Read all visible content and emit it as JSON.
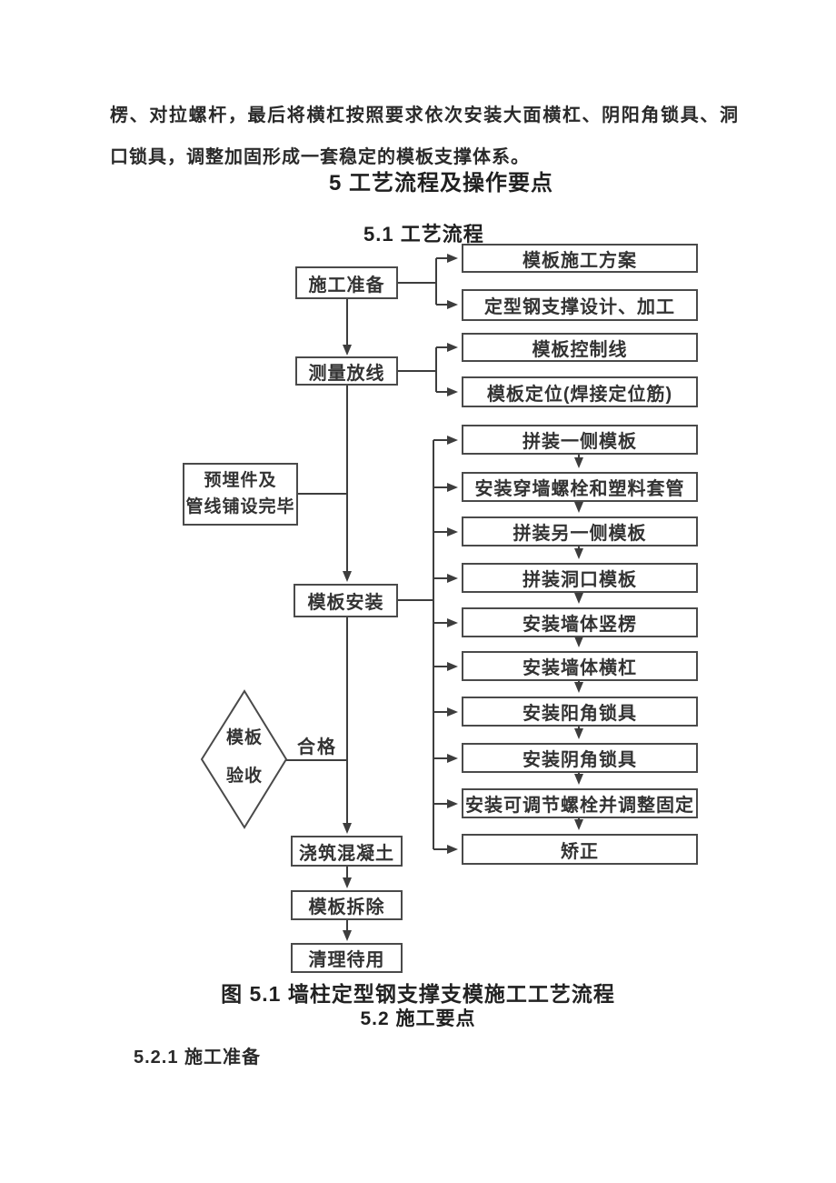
{
  "document": {
    "intro_paragraph": "楞、对拉螺杆，最后将横杠按照要求依次安装大面横杠、阴阳角锁具、洞口锁具，调整加固形成一套稳定的模板支撑体系。",
    "section_heading": "5 工艺流程及操作要点",
    "subsection_heading_5_1": "5.1 工艺流程",
    "figure_caption": "图 5.1 墙柱定型钢支撑支模施工工艺流程",
    "subsection_heading_5_2": "5.2 施工要点",
    "subsubsection_heading_5_2_1": "5.2.1 施工准备"
  },
  "flowchart": {
    "main_steps": [
      "施工准备",
      "测量放线",
      "模板安装",
      "浇筑混凝土",
      "模板拆除",
      "清理待用"
    ],
    "pre_condition_box": {
      "line1": "预埋件及",
      "line2": "管线铺设完毕"
    },
    "decision": {
      "line1": "模板",
      "line2": "验收",
      "pass_label": "合格"
    },
    "sub_steps": [
      "模板施工方案",
      "定型钢支撑设计、加工",
      "模板控制线",
      "模板定位(焊接定位筋)",
      "拼装一侧模板",
      "安装穿墙螺栓和塑料套管",
      "拼装另一侧模板",
      "拼装洞口模板",
      "安装墙体竖楞",
      "安装墙体横杠",
      "安装阳角锁具",
      "安装阴角锁具",
      "安装可调节螺栓并调整固定",
      "矫正"
    ]
  },
  "colors": {
    "text": "#2f2f2f",
    "line": "#3d3d3d",
    "box_border": "#4a4a4a",
    "background": "#ffffff"
  }
}
